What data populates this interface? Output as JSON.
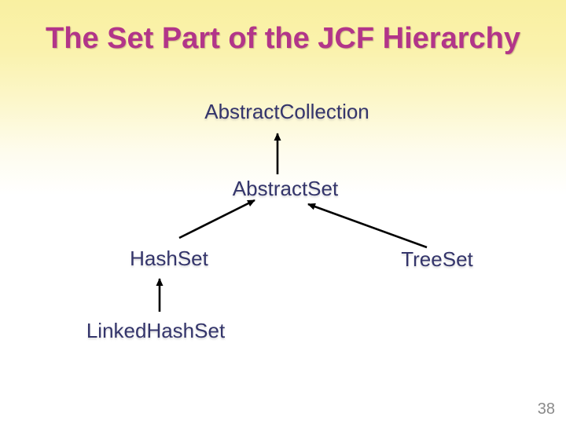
{
  "slide": {
    "title": "The Set Part of the JCF Hierarchy",
    "page_number": "38",
    "colors": {
      "background_top": "#f9f0a1",
      "background_bottom": "#ffffff",
      "title_text": "#b23589",
      "node_text": "#34356b",
      "arrow": "#000000",
      "page_number_text": "#8a8a8a"
    }
  },
  "diagram": {
    "nodes": [
      {
        "label": "AbstractCollection"
      },
      {
        "label": "AbstractSet"
      },
      {
        "label": "HashSet"
      },
      {
        "label": "TreeSet"
      },
      {
        "label": "LinkedHashSet"
      }
    ],
    "edges": [
      {
        "from": "AbstractSet",
        "to": "AbstractCollection"
      },
      {
        "from": "HashSet",
        "to": "AbstractSet"
      },
      {
        "from": "TreeSet",
        "to": "AbstractSet"
      },
      {
        "from": "LinkedHashSet",
        "to": "HashSet"
      }
    ]
  }
}
